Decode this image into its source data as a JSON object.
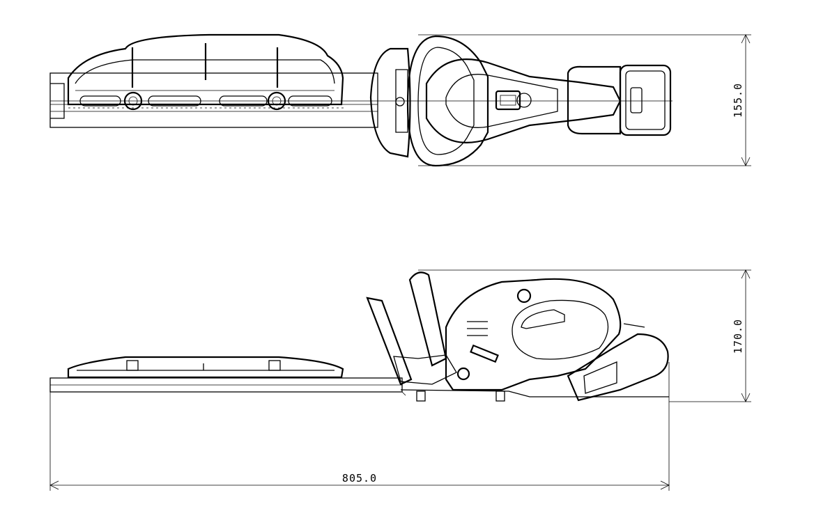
{
  "dimensions": {
    "height_top_view": "155.0",
    "height_side_view": "170.0",
    "overall_length": "805.0"
  }
}
